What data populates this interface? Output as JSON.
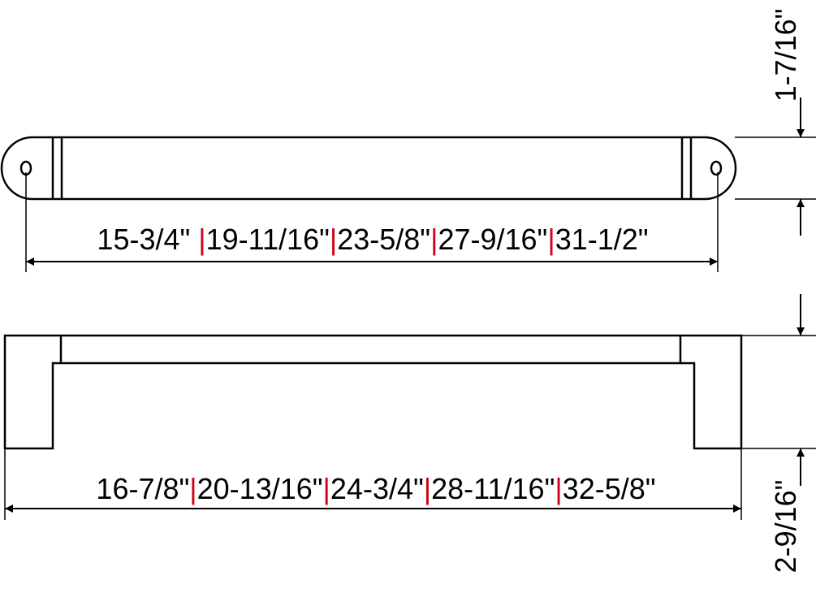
{
  "top_view": {
    "center_to_center": [
      {
        "sep": "",
        "value": "15-3/4\" "
      },
      {
        "sep": "|",
        "value": "19-11/16\""
      },
      {
        "sep": "|",
        "value": "23-5/8\""
      },
      {
        "sep": "|",
        "value": "27-9/16\""
      },
      {
        "sep": "|",
        "value": "31-1/2\""
      }
    ],
    "width_label": "1-7/16\""
  },
  "side_view": {
    "overall_length": [
      {
        "sep": "",
        "value": "16-7/8\""
      },
      {
        "sep": "|",
        "value": "20-13/16\""
      },
      {
        "sep": "|",
        "value": "24-3/4\""
      },
      {
        "sep": "|",
        "value": "28-11/16\""
      },
      {
        "sep": "|",
        "value": "32-5/8\""
      }
    ],
    "projection_label": "2-9/16\""
  },
  "colors": {
    "line": "#000000",
    "separator": "#d0021b",
    "background": "#ffffff"
  }
}
